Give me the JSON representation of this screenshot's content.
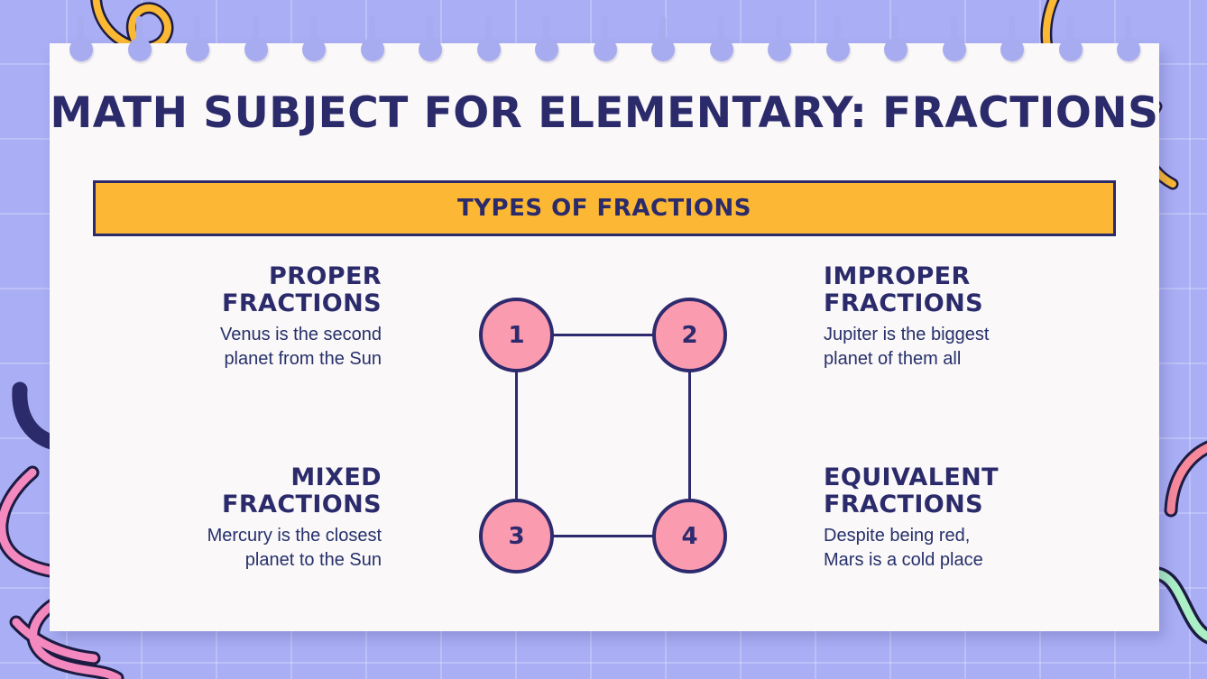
{
  "slide": {
    "title": "MATH SUBJECT FOR ELEMENTARY: FRACTIONS",
    "banner_label": "TYPES OF FRACTIONS"
  },
  "colors": {
    "background": "#AAAFF5",
    "card": "#FAF8F8",
    "navy": "#2B2A6B",
    "banner_yellow": "#FCB734",
    "node_pink": "#FB9BB0",
    "ring": "#A7ACF0",
    "doodle_yellow": "#FBB833",
    "doodle_pink": "#F389BE",
    "doodle_salmon": "#F7899B",
    "doodle_mint": "#ABEFC6",
    "doodle_outline": "#1C1B42"
  },
  "blocks": [
    {
      "id": "proper",
      "heading_line1": "PROPER",
      "heading_line2": "FRACTIONS",
      "body_line1": "Venus is the second",
      "body_line2": "planet from the Sun"
    },
    {
      "id": "improper",
      "heading_line1": "IMPROPER",
      "heading_line2": "FRACTIONS",
      "body_line1": "Jupiter is the biggest",
      "body_line2": "planet of them all"
    },
    {
      "id": "mixed",
      "heading_line1": "MIXED",
      "heading_line2": "FRACTIONS",
      "body_line1": "Mercury is the closest",
      "body_line2": "planet to the Sun"
    },
    {
      "id": "equivalent",
      "heading_line1": "EQUIVALENT",
      "heading_line2": "FRACTIONS",
      "body_line1": "Despite being red,",
      "body_line2": "Mars is a cold place"
    }
  ],
  "diagram": {
    "nodes": [
      {
        "label": "1"
      },
      {
        "label": "2"
      },
      {
        "label": "3"
      },
      {
        "label": "4"
      }
    ]
  },
  "spiral": {
    "ring_count": 19
  }
}
